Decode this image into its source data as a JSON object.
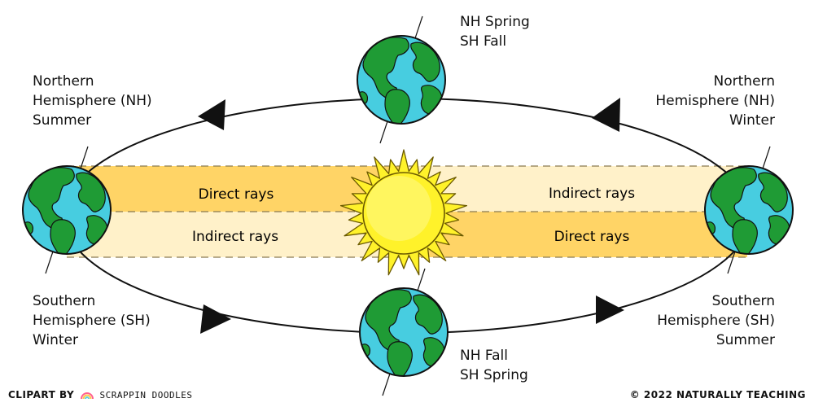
{
  "labels": {
    "top_earth": "NH Spring\nSH Fall",
    "bottom_earth": "NH Fall\nSH Spring",
    "left_top": "Northern\nHemisphere (NH)\nSummer",
    "left_bottom": "Southern\nHemisphere (SH)\nWinter",
    "right_top": "Northern\nHemisphere (NH)\nWinter",
    "right_bottom": "Southern\nHemisphere (SH)\nSummer"
  },
  "rays": {
    "left_upper": "Direct rays",
    "left_lower": "Indirect rays",
    "right_upper": "Indirect rays",
    "right_lower": "Direct rays"
  },
  "footer": {
    "clipart_prefix": "CLIPART BY",
    "clipart_brand": "SCRAPPIN DOODLES",
    "copyright": "© 2022 NATURALLY TEACHING"
  },
  "colors": {
    "direct_band": "#ffd466",
    "indirect_band": "#fff1c9",
    "sun": "#fff22a",
    "ocean": "#47cde0",
    "land": "#1f9b35",
    "outline": "#111111"
  },
  "icons": [
    "earth-icon",
    "sun-icon",
    "orbit-arrow-icon",
    "rainbow-icon"
  ]
}
